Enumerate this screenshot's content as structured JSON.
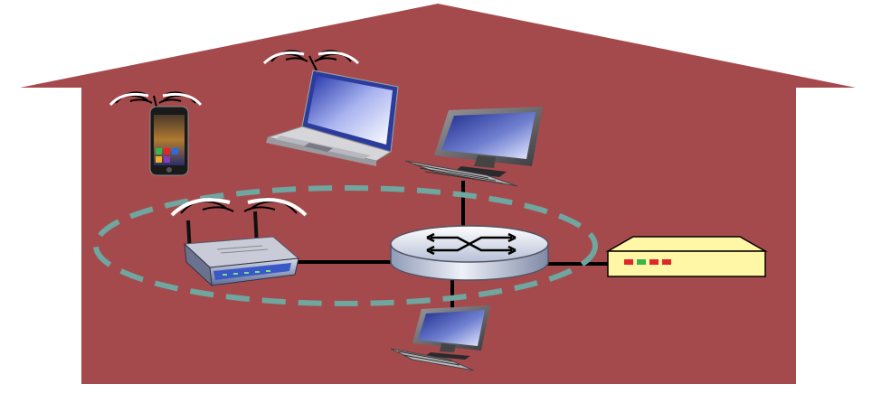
{
  "diagram": {
    "type": "home-network",
    "colors": {
      "house": "#a54a4c",
      "background": "#ffffff",
      "wireless_boundary": "#6fa6a0",
      "cable": "#000000",
      "router_body": "#bcc6d8",
      "router_highlight": "#f2f4fa",
      "modem_body": "#fff7a5",
      "modem_leds": [
        "#e0262b",
        "#3ab54a",
        "#e0262b",
        "#e0262b"
      ],
      "screen_blue": "#2c3c9c",
      "device_silver": "#c8c8cc"
    },
    "nodes": [
      {
        "id": "smartphone",
        "kind": "phone",
        "wireless": true,
        "icon": "smartphone-icon"
      },
      {
        "id": "laptop",
        "kind": "laptop",
        "wireless": true,
        "icon": "laptop-icon"
      },
      {
        "id": "desktop-top",
        "kind": "desktop-pc",
        "wireless": false,
        "icon": "desktop-computer-icon"
      },
      {
        "id": "desktop-bottom",
        "kind": "desktop-pc",
        "wireless": false,
        "icon": "desktop-computer-icon"
      },
      {
        "id": "wireless-access-point",
        "kind": "wifi-router",
        "wireless": true,
        "icon": "wifi-router-icon"
      },
      {
        "id": "router",
        "kind": "router",
        "wireless": false,
        "icon": "router-icon"
      },
      {
        "id": "cable-modem",
        "kind": "modem",
        "wireless": false,
        "icon": "modem-icon"
      }
    ],
    "links": [
      {
        "from": "wireless-access-point",
        "to": "router",
        "medium": "wired"
      },
      {
        "from": "desktop-top",
        "to": "router",
        "medium": "wired"
      },
      {
        "from": "router",
        "to": "desktop-bottom",
        "medium": "wired"
      },
      {
        "from": "router",
        "to": "cable-modem",
        "medium": "wired"
      }
    ],
    "wireless_boundary": {
      "style": "dashed-ellipse",
      "encloses": [
        "wireless-access-point",
        "router"
      ]
    }
  }
}
